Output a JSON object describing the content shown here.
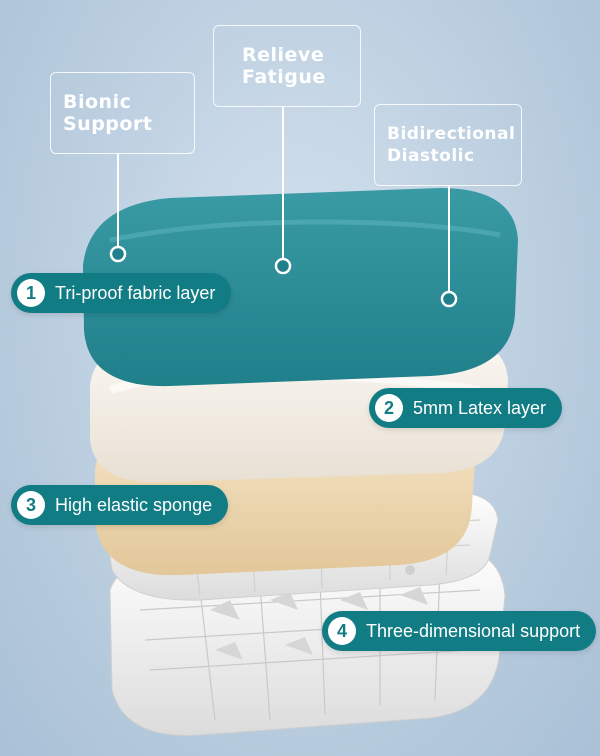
{
  "callouts": [
    {
      "line1": "Bionic",
      "line2": "Support"
    },
    {
      "line1": "Relieve",
      "line2": "Fatigue"
    },
    {
      "line1": "Bidirectional",
      "line2": "Diastolic"
    }
  ],
  "layers": [
    {
      "num": "1",
      "label": "Tri-proof fabric layer"
    },
    {
      "num": "2",
      "label": "5mm Latex layer"
    },
    {
      "num": "3",
      "label": "High elastic sponge"
    },
    {
      "num": "4",
      "label": "Three-dimensional support"
    }
  ],
  "colors": {
    "accent": "#127c84",
    "fabric": "#2e8f99",
    "latex": "#f3ede4",
    "sponge": "#efd8b4",
    "base": "#ececec"
  }
}
